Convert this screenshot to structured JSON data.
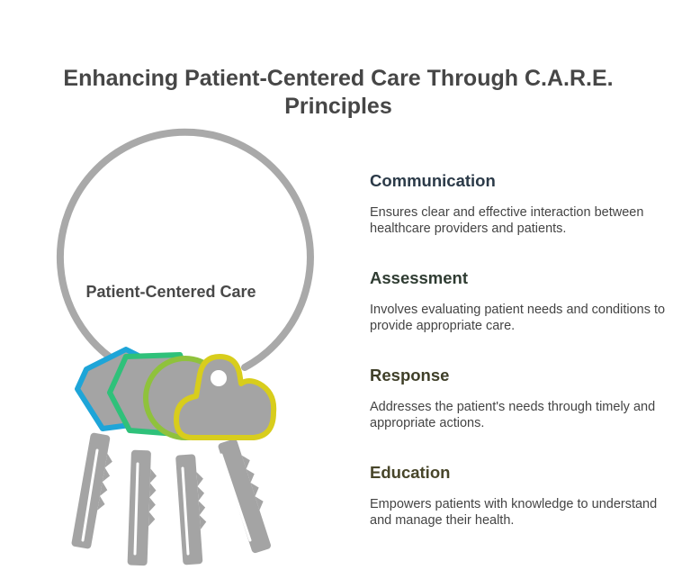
{
  "title": "Enhancing Patient-Centered Care Through C.A.R.E. Principles",
  "center_label": "Patient-Centered Care",
  "items": [
    {
      "title": "Communication",
      "description": "Ensures clear and effective interaction between healthcare providers and patients.",
      "color": "#2b3a48"
    },
    {
      "title": "Assessment",
      "description": "Involves evaluating patient needs and conditions to provide appropriate care.",
      "color": "#2f3c32"
    },
    {
      "title": "Response",
      "description": "Addresses the patient's needs through timely and appropriate actions.",
      "color": "#3f3f28"
    },
    {
      "title": "Education",
      "description": "Empowers patients with knowledge to understand and manage their health.",
      "color": "#48462a"
    }
  ],
  "key_colors": {
    "ring": "#a9a9a9",
    "key_body": "#a4a4a4",
    "communication": "#1ea5d8",
    "assessment": "#2fc17a",
    "response": "#8fc23c",
    "education": "#d8cd1c"
  }
}
